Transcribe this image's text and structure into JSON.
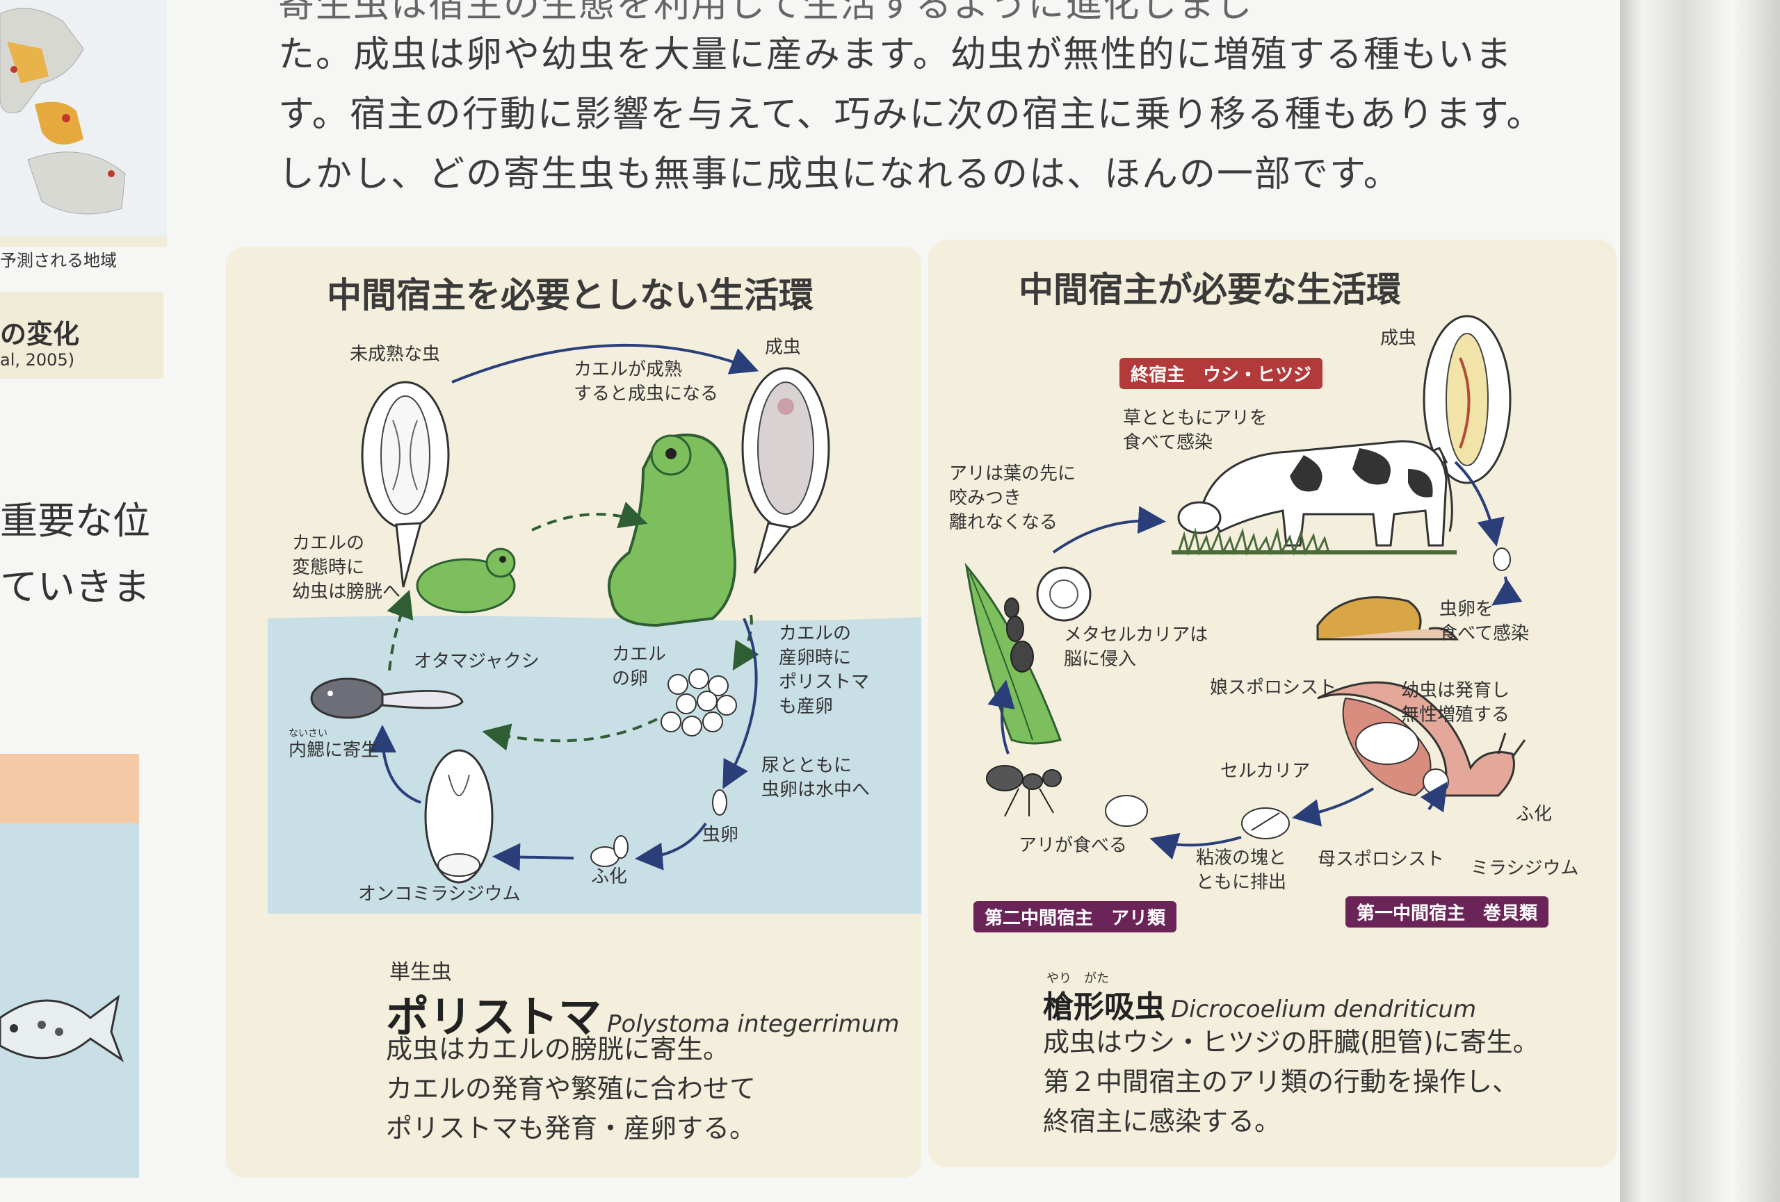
{
  "intro": {
    "line0": "寄生虫は宿主の生態を利用して生活するように進化しまし",
    "line1": "た。成虫は卵や幼虫を大量に産みます。幼虫が無性的に増殖する種もいま",
    "line2": "す。宿主の行動に影響を与えて、巧みに次の宿主に乗り移る種もあります。",
    "line3": "しかし、どの寄生虫も無事に成虫になれるのは、ほんの一部です。"
  },
  "left_fragments": {
    "map_caption": "予測される地域",
    "change_title": "の変化",
    "citation": "al, 2005)",
    "body1": "重要な位",
    "body2": "ていきま"
  },
  "panel1": {
    "title": "中間宿主を必要としない生活環",
    "labels": {
      "immature": "未成熟な虫",
      "adult": "成虫",
      "frog_mature": "カエルが成熟\nすると成虫になる",
      "metamorph": "カエルの\n変態時に\n幼虫は膀胱へ",
      "tadpole": "オタマジャクシ",
      "frog_egg": "カエル\nの卵",
      "spawning": "カエルの\n産卵時に\nポリストマ\nも産卵",
      "internal_gill_ruby": "ないさい",
      "internal_gill": "内鰓に寄生",
      "urine": "尿とともに\n虫卵は水中へ",
      "worm_egg": "虫卵",
      "hatch": "ふ化",
      "oncomiracidium": "オンコミラシジウム"
    },
    "category": "単生虫",
    "species": "ポリストマ",
    "scientific": "Polystoma integerrimum",
    "desc1": "成虫はカエルの膀胱に寄生。",
    "desc2": "カエルの発育や繁殖に合わせて",
    "desc3": "ポリストマも発育・産卵する。"
  },
  "panel2": {
    "title": "中間宿主が必要な生活環",
    "tags": {
      "final_host": "終宿主　ウシ・ヒツジ",
      "second_host": "第二中間宿主　アリ類",
      "first_host": "第一中間宿主　巻貝類"
    },
    "labels": {
      "adult": "成虫",
      "grass_ant": "草とともにアリを\n食べて感染",
      "leaf_bite": "アリは葉の先に\n咬みつき\n離れなくなる",
      "metacercaria": "メタセルカリアは\n脳に侵入",
      "egg_infect": "虫卵を\n食べて感染",
      "daughter_sporocyst": "娘スポロシスト",
      "asexual": "幼虫は発育し\n無性増殖する",
      "cercaria": "セルカリア",
      "hatch": "ふ化",
      "ant_eats": "アリが食べる",
      "slime": "粘液の塊と\nともに排出",
      "mother_sporocyst": "母スポロシスト",
      "miracidium": "ミラシジウム"
    },
    "ruby": "やり　がた",
    "species": "槍形吸虫",
    "scientific": "Dicrocoelium dendriticum",
    "desc1": "成虫はウシ・ヒツジの肝臓(胆管)に寄生。",
    "desc2": "第２中間宿主のアリ類の行動を操作し、",
    "desc3": "終宿主に感染する。"
  },
  "colors": {
    "panel_bg": "#f3efdc",
    "water": "#c9dfe6",
    "frog": "#7dbf5c",
    "arrow": "#2a3f7a",
    "final_tag": "#b33a3a",
    "inter_tag": "#6b2458"
  }
}
